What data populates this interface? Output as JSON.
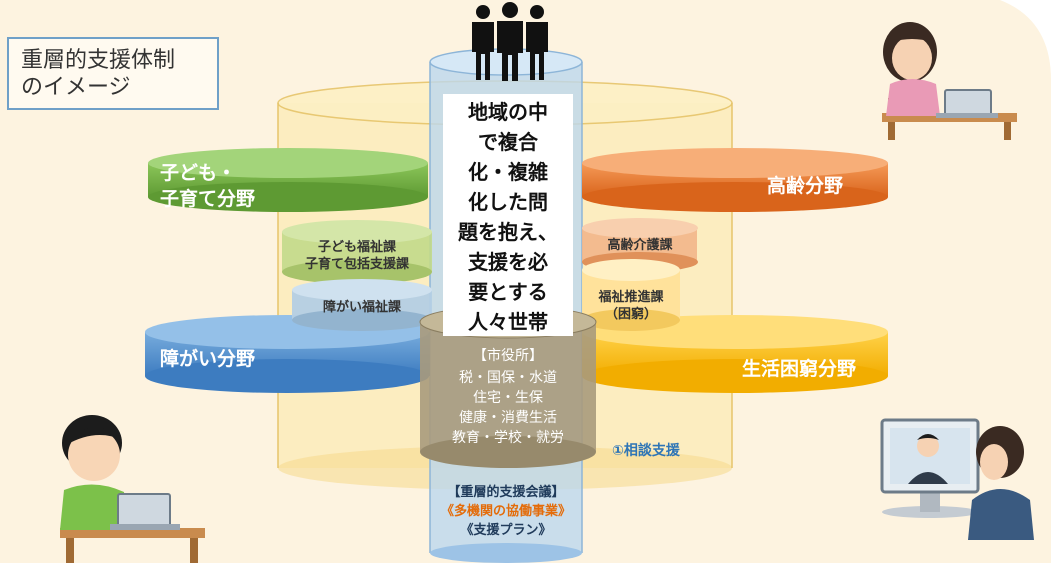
{
  "title": "重層的支援体制\nのイメージ",
  "central_text": "地域の中\nで複合\n化・複雑\n化した問\n題を抱え、\n支援を必\n要とする\n人々世帯",
  "fields": {
    "children": "子ども・\n子育て分野",
    "elderly": "高齢分野",
    "disability": "障がい分野",
    "poverty": "生活困窮分野"
  },
  "departments": {
    "children": "子ども福祉課\n子育て包括支援課",
    "disability": "障がい福祉課",
    "elderly": "高齢介護課",
    "welfare": "福祉推進課\n（困窮）"
  },
  "city_hall": {
    "header": "【市役所】",
    "items": "税・国保・水道\n住宅・生保\n健康・消費生活\n教育・学校・就労"
  },
  "consultation": "①相談支援",
  "bottom": {
    "meeting": "【重層的支援会議】",
    "project": "《多機関の協働事業》",
    "plan": "《支援プラン》"
  },
  "colors": {
    "background": "#fdf3e0",
    "children_field": "#7ab648",
    "elderly_field": "#ed7d31",
    "disability_field": "#5b9bd5",
    "poverty_field": "#ffc000",
    "central_column": "#9dc3e6",
    "project_text": "#e46c0a",
    "consultation_text": "#2e75b6"
  }
}
